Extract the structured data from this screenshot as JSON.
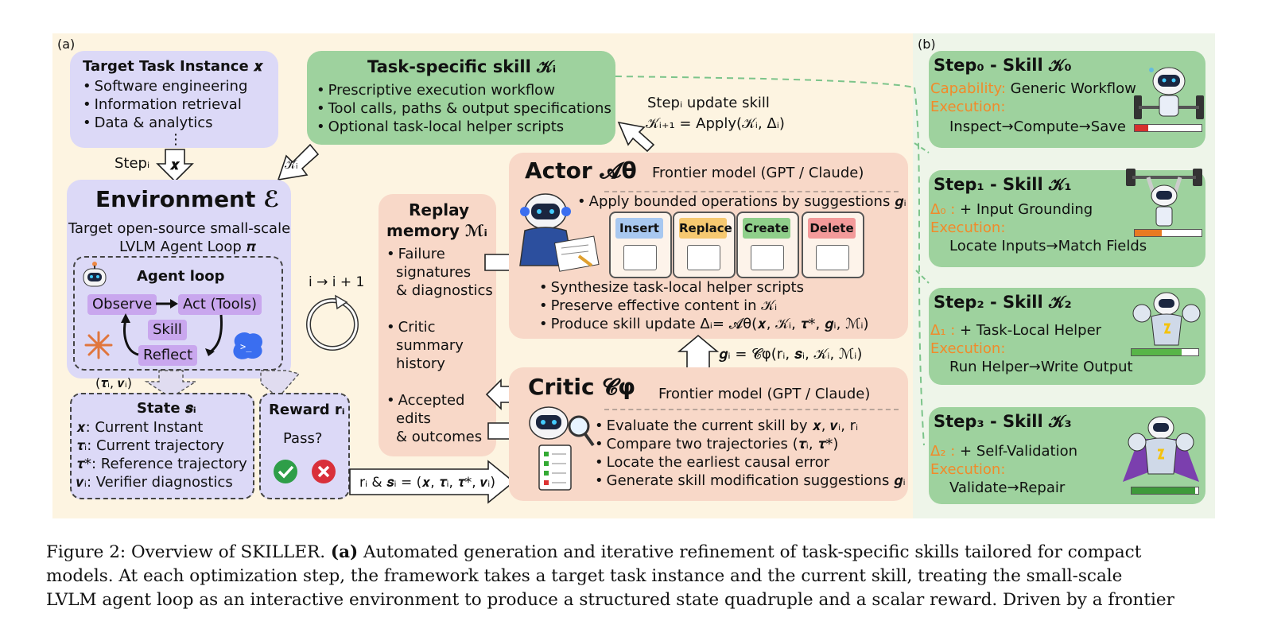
{
  "panel_a_label": "(a)",
  "panel_b_label": "(b)",
  "task_instance": {
    "title": "Target Task Instance 𝒙",
    "items": [
      "Software engineering",
      "Information retrieval",
      "Data & analytics"
    ],
    "more": "⋮"
  },
  "step_label": "Stepᵢ",
  "x_arrow": "𝒙",
  "k_arrow": "𝒦ᵢ",
  "environment": {
    "title": "Environment ℰ",
    "subtitle1": "Target open-source small-scale",
    "subtitle2": "LVLM Agent Loop 𝝅",
    "agent_loop_title": "Agent loop",
    "observe": "Observe",
    "act": "Act (Tools)",
    "skill": "Skill",
    "reflect": "Reflect"
  },
  "tau_v_label": "(𝝉ᵢ, 𝒗ᵢ)",
  "state": {
    "title": "State 𝒔ᵢ",
    "lines": [
      "𝒙: Current Instant",
      "𝝉ᵢ: Current trajectory",
      "𝝉*: Reference trajectory",
      "𝒗ᵢ: Verifier diagnostics"
    ]
  },
  "reward": {
    "title": "Reward rᵢ",
    "question": "Pass?"
  },
  "skill_box": {
    "title": "Task-specific skill 𝒦ᵢ",
    "items": [
      "Prescriptive execution workflow",
      "Tool calls, paths & output specifications",
      "Optional task-local helper scripts"
    ]
  },
  "update": {
    "line1": "Stepᵢ update skill",
    "line2": "𝒦ᵢ₊₁ = Apply(𝒦ᵢ, Δᵢ)"
  },
  "iter_label": "i → i + 1",
  "replay": {
    "title1": "Replay",
    "title2": "memory ℳᵢ",
    "items": [
      [
        "Failure",
        "signatures",
        "& diagnostics"
      ],
      [
        "Critic",
        "summary",
        "history"
      ],
      [
        "Accepted",
        "edits",
        "& outcomes"
      ]
    ]
  },
  "actor": {
    "title": "Actor 𝓐θ",
    "model": "Frontier model (GPT / Claude)",
    "top_bullet": "Apply bounded operations by suggestions 𝒈ᵢ",
    "ops": [
      "Insert",
      "Replace",
      "Create",
      "Delete"
    ],
    "bullets": [
      "Synthesize task-local helper scripts",
      "Preserve effective content in 𝒦ᵢ",
      "Produce skill update Δᵢ= 𝓐θ(𝒙, 𝒦ᵢ, 𝝉*, 𝒈ᵢ, ℳᵢ)"
    ]
  },
  "g_formula": "𝒈ᵢ = 𝓒φ(rᵢ, 𝒔ᵢ, 𝒦ᵢ, ℳᵢ)",
  "critic": {
    "title": "Critic 𝓒φ",
    "model": "Frontier model (GPT / Claude)",
    "bullets": [
      "Evaluate the current skill by 𝒙, 𝒗ᵢ, rᵢ",
      "Compare two trajectories (𝝉ᵢ, 𝝉*)",
      "Locate the earliest causal error",
      "Generate skill modification suggestions 𝒈ᵢ"
    ]
  },
  "rs_formula": "rᵢ & 𝒔ᵢ = (𝒙, 𝝉ᵢ, 𝝉*, 𝒗ᵢ)",
  "steps": [
    {
      "title": "Step₀ - Skill 𝒦₀",
      "line1_label": "Capability:",
      "line1_text": " Generic Workflow",
      "exec_label": "Execution:",
      "exec_text": "Inspect→Compute→Save",
      "progress": 0.2
    },
    {
      "title": "Step₁ - Skill 𝒦₁",
      "line1_label": "Δ₀ :",
      "line1_text": " + Input Grounding",
      "exec_label": "Execution:",
      "exec_text": "Locate Inputs→Match Fields",
      "progress": 0.4
    },
    {
      "title": "Step₂ - Skill 𝒦₂",
      "line1_label": "Δ₁ :",
      "line1_text": " + Task-Local Helper",
      "exec_label": "Execution:",
      "exec_text": "Run Helper→Write Output",
      "progress": 0.75
    },
    {
      "title": "Step₃ - Skill 𝒦₃",
      "line1_label": "Δ₂ :",
      "line1_text": " + Self-Validation",
      "exec_label": "Execution:",
      "exec_text": "Validate→Repair",
      "progress": 0.95
    }
  ],
  "caption": {
    "line1_a": "Figure 2: Overview of SKILLER. ",
    "line1_b": "(a)",
    "line1_c": " Automated generation and iterative refinement of task-specific skills tailored for compact",
    "line2": "models. At each optimization step, the framework takes a target task instance and the current skill, treating the small-scale",
    "line3": "LVLM agent loop as an interactive environment to produce a structured state quadruple and a scalar reward. Driven by a frontier"
  }
}
